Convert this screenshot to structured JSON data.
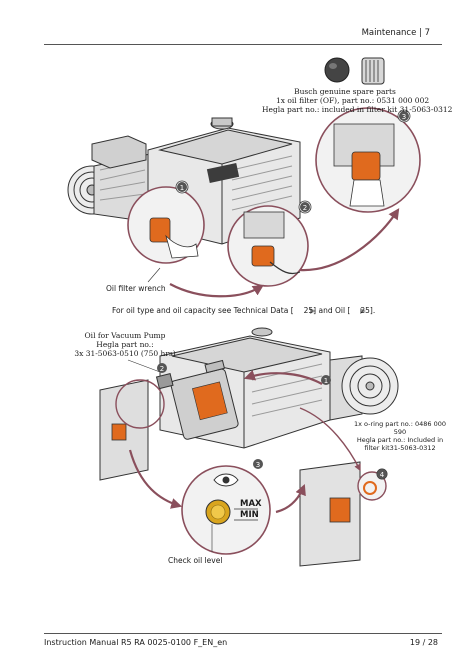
{
  "header": {
    "section": "Maintenance | 7"
  },
  "figure1": {
    "spare_title": "Busch genuine spare parts",
    "spare_part": "1x oil filter (OF), part no.: 0531 000 002",
    "hegla_part": "Hegla part no.: included in filter kit 31-5063-0312",
    "wrench_label": "Oil filter wrench",
    "steps": [
      "1",
      "2",
      "3"
    ]
  },
  "note": {
    "prefix": "For oil type and oil capacity see Technical Data [",
    "ref1": "25] and Oil [",
    "ref2": "25]."
  },
  "figure2": {
    "oil_title": "Oil for Vacuum Pump",
    "hegla_label": "Hegla part no.:",
    "oil_part": "3x 31-5063-0510 (750 hrs)",
    "oring_line1": "1x o-ring part no.: 0486 000",
    "oring_line2": "590",
    "oring_line3": "Hegla part no.: Included in",
    "oring_line4": "filter kit31-5063-0312",
    "max": "MAX",
    "min": "MIN",
    "check_label": "Check oil level",
    "steps": [
      "1",
      "2",
      "3",
      "4"
    ]
  },
  "footer": {
    "manual": "Instruction Manual R5 RA 0025-0100 F_EN_en",
    "page": "19 / 28"
  },
  "colors": {
    "arrow": "#8a4f5c",
    "accent": "#e06a1e",
    "sight": "#d9a51e"
  }
}
